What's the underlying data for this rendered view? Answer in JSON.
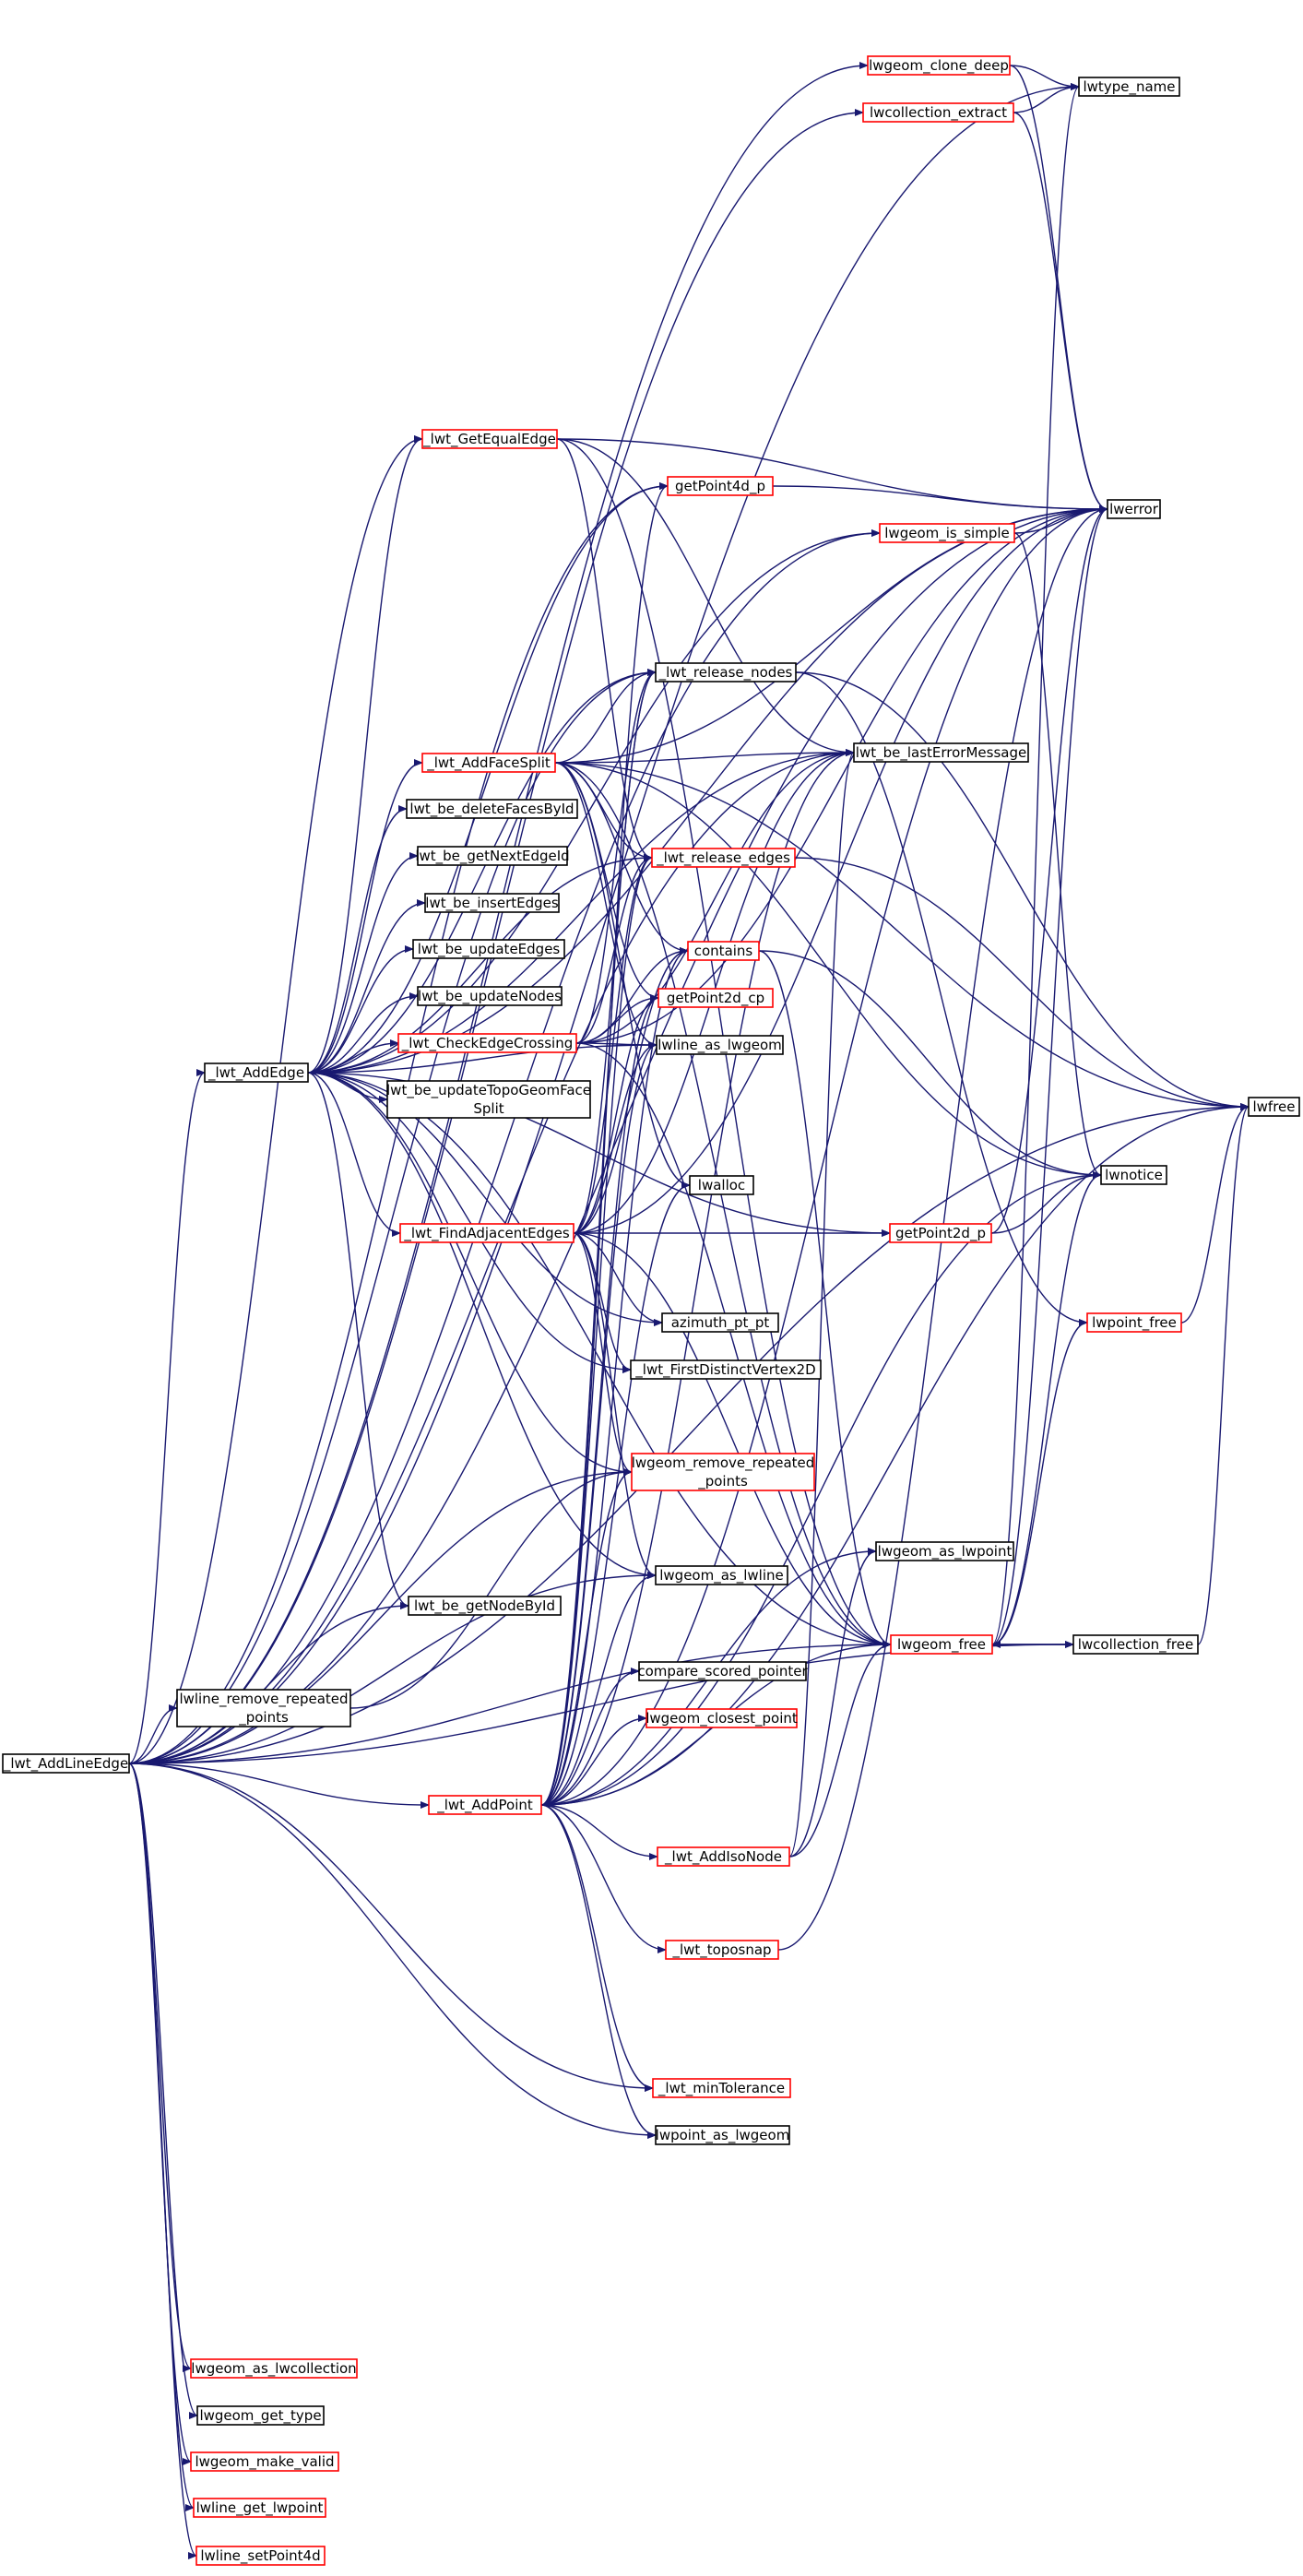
{
  "graph": {
    "colors": {
      "edge": "#191970",
      "border_defined": "#ff0000",
      "border_plain": "#000000",
      "fill_root": "#bfbfbf",
      "fill_default": "#ffffff"
    },
    "nodes": [
      {
        "id": "root",
        "lines": [
          "_lwt_AddLineEdge"
        ],
        "style": "root"
      },
      {
        "id": "addedge",
        "lines": [
          "_lwt_AddEdge"
        ],
        "style": "plain"
      },
      {
        "id": "lwline_remove",
        "lines": [
          "lwline_remove_repeated",
          "_points"
        ],
        "style": "plain"
      },
      {
        "id": "addpoint",
        "lines": [
          "_lwt_AddPoint"
        ],
        "style": "red"
      },
      {
        "id": "as_coll",
        "lines": [
          "lwgeom_as_lwcollection"
        ],
        "style": "red"
      },
      {
        "id": "get_type",
        "lines": [
          "lwgeom_get_type"
        ],
        "style": "plain"
      },
      {
        "id": "make_valid",
        "lines": [
          "lwgeom_make_valid"
        ],
        "style": "red"
      },
      {
        "id": "get_lwpoint",
        "lines": [
          "lwline_get_lwpoint"
        ],
        "style": "red"
      },
      {
        "id": "setpoint4d",
        "lines": [
          "lwline_setPoint4d"
        ],
        "style": "red"
      },
      {
        "id": "geteq",
        "lines": [
          "_lwt_GetEqualEdge"
        ],
        "style": "red"
      },
      {
        "id": "addface",
        "lines": [
          "_lwt_AddFaceSplit"
        ],
        "style": "red"
      },
      {
        "id": "delfaces",
        "lines": [
          "lwt_be_deleteFacesById"
        ],
        "style": "plain"
      },
      {
        "id": "nextedge",
        "lines": [
          "lwt_be_getNextEdgeId"
        ],
        "style": "plain"
      },
      {
        "id": "insedges",
        "lines": [
          "lwt_be_insertEdges"
        ],
        "style": "plain"
      },
      {
        "id": "updedges",
        "lines": [
          "lwt_be_updateEdges"
        ],
        "style": "plain"
      },
      {
        "id": "updnodes",
        "lines": [
          "lwt_be_updateNodes"
        ],
        "style": "plain"
      },
      {
        "id": "checkcross",
        "lines": [
          "_lwt_CheckEdgeCrossing"
        ],
        "style": "red"
      },
      {
        "id": "updtopo",
        "lines": [
          "lwt_be_updateTopoGeomFace",
          "Split"
        ],
        "style": "plain"
      },
      {
        "id": "findadj",
        "lines": [
          "_lwt_FindAdjacentEdges"
        ],
        "style": "red"
      },
      {
        "id": "getnode",
        "lines": [
          "lwt_be_getNodeById"
        ],
        "style": "plain"
      },
      {
        "id": "clone",
        "lines": [
          "lwgeom_clone_deep"
        ],
        "style": "red"
      },
      {
        "id": "collext",
        "lines": [
          "lwcollection_extract"
        ],
        "style": "red"
      },
      {
        "id": "getp4d",
        "lines": [
          "getPoint4d_p"
        ],
        "style": "red"
      },
      {
        "id": "issimple",
        "lines": [
          "lwgeom_is_simple"
        ],
        "style": "red"
      },
      {
        "id": "relnodes",
        "lines": [
          "_lwt_release_nodes"
        ],
        "style": "plain"
      },
      {
        "id": "lasterr",
        "lines": [
          "lwt_be_lastErrorMessage"
        ],
        "style": "plain"
      },
      {
        "id": "reledges",
        "lines": [
          "_lwt_release_edges"
        ],
        "style": "red"
      },
      {
        "id": "contains",
        "lines": [
          "contains"
        ],
        "style": "red"
      },
      {
        "id": "gp2dcp",
        "lines": [
          "getPoint2d_cp"
        ],
        "style": "red"
      },
      {
        "id": "line_as",
        "lines": [
          "lwline_as_lwgeom"
        ],
        "style": "plain"
      },
      {
        "id": "lwalloc",
        "lines": [
          "lwalloc"
        ],
        "style": "plain"
      },
      {
        "id": "gp2dp",
        "lines": [
          "getPoint2d_p"
        ],
        "style": "red"
      },
      {
        "id": "azimuth",
        "lines": [
          "azimuth_pt_pt"
        ],
        "style": "plain"
      },
      {
        "id": "firstdist",
        "lines": [
          "_lwt_FirstDistinctVertex2D"
        ],
        "style": "plain"
      },
      {
        "id": "removerep",
        "lines": [
          "lwgeom_remove_repeated",
          "_points"
        ],
        "style": "red"
      },
      {
        "id": "as_lwline",
        "lines": [
          "lwgeom_as_lwline"
        ],
        "style": "plain"
      },
      {
        "id": "as_lwpoint",
        "lines": [
          "lwgeom_as_lwpoint"
        ],
        "style": "plain"
      },
      {
        "id": "lwgfree",
        "lines": [
          "lwgeom_free"
        ],
        "style": "red"
      },
      {
        "id": "compare",
        "lines": [
          "compare_scored_pointer"
        ],
        "style": "plain"
      },
      {
        "id": "closest",
        "lines": [
          "lwgeom_closest_point"
        ],
        "style": "red"
      },
      {
        "id": "isonode",
        "lines": [
          "_lwt_AddIsoNode"
        ],
        "style": "red"
      },
      {
        "id": "toposnap",
        "lines": [
          "_lwt_toposnap"
        ],
        "style": "red"
      },
      {
        "id": "mintol",
        "lines": [
          "_lwt_minTolerance"
        ],
        "style": "red"
      },
      {
        "id": "pt_as",
        "lines": [
          "lwpoint_as_lwgeom"
        ],
        "style": "plain"
      },
      {
        "id": "typename",
        "lines": [
          "lwtype_name"
        ],
        "style": "plain"
      },
      {
        "id": "lwerror",
        "lines": [
          "lwerror"
        ],
        "style": "plain"
      },
      {
        "id": "lwfree",
        "lines": [
          "lwfree"
        ],
        "style": "plain"
      },
      {
        "id": "lwnotice",
        "lines": [
          "lwnotice"
        ],
        "style": "plain"
      },
      {
        "id": "ptfree",
        "lines": [
          "lwpoint_free"
        ],
        "style": "red"
      },
      {
        "id": "collfree",
        "lines": [
          "lwcollection_free"
        ],
        "style": "plain"
      }
    ],
    "edges": [
      [
        "root",
        "addedge"
      ],
      [
        "root",
        "lwline_remove"
      ],
      [
        "root",
        "addpoint"
      ],
      [
        "root",
        "as_coll"
      ],
      [
        "root",
        "get_type"
      ],
      [
        "root",
        "make_valid"
      ],
      [
        "root",
        "get_lwpoint"
      ],
      [
        "root",
        "setpoint4d"
      ],
      [
        "root",
        "clone"
      ],
      [
        "root",
        "collext"
      ],
      [
        "root",
        "typename"
      ],
      [
        "root",
        "geteq"
      ],
      [
        "root",
        "getp4d"
      ],
      [
        "root",
        "issimple"
      ],
      [
        "root",
        "relnodes"
      ],
      [
        "root",
        "lasterr"
      ],
      [
        "root",
        "getnode"
      ],
      [
        "root",
        "mintol"
      ],
      [
        "root",
        "pt_as"
      ],
      [
        "root",
        "lwgfree"
      ],
      [
        "root",
        "lwerror"
      ],
      [
        "root",
        "lwfree"
      ],
      [
        "root",
        "collfree"
      ],
      [
        "root",
        "as_lwline"
      ],
      [
        "root",
        "removerep"
      ],
      [
        "lwline_remove",
        "removerep"
      ],
      [
        "addedge",
        "geteq"
      ],
      [
        "addedge",
        "addface"
      ],
      [
        "addedge",
        "delfaces"
      ],
      [
        "addedge",
        "nextedge"
      ],
      [
        "addedge",
        "insedges"
      ],
      [
        "addedge",
        "updedges"
      ],
      [
        "addedge",
        "updnodes"
      ],
      [
        "addedge",
        "checkcross"
      ],
      [
        "addedge",
        "updtopo"
      ],
      [
        "addedge",
        "findadj"
      ],
      [
        "addedge",
        "getnode"
      ],
      [
        "addedge",
        "getp4d"
      ],
      [
        "addedge",
        "issimple"
      ],
      [
        "addedge",
        "relnodes"
      ],
      [
        "addedge",
        "lasterr"
      ],
      [
        "addedge",
        "reledges"
      ],
      [
        "addedge",
        "line_as"
      ],
      [
        "addedge",
        "azimuth"
      ],
      [
        "addedge",
        "firstdist"
      ],
      [
        "addedge",
        "gp2dp"
      ],
      [
        "addedge",
        "removerep"
      ],
      [
        "addedge",
        "as_lwline"
      ],
      [
        "addedge",
        "lwgfree"
      ],
      [
        "addedge",
        "lwerror"
      ],
      [
        "geteq",
        "lwerror"
      ],
      [
        "geteq",
        "lasterr"
      ],
      [
        "geteq",
        "reledges"
      ],
      [
        "geteq",
        "lwgfree"
      ],
      [
        "addface",
        "lwerror"
      ],
      [
        "addface",
        "relnodes"
      ],
      [
        "addface",
        "lasterr"
      ],
      [
        "addface",
        "reledges"
      ],
      [
        "addface",
        "contains"
      ],
      [
        "addface",
        "gp2dcp"
      ],
      [
        "addface",
        "line_as"
      ],
      [
        "addface",
        "lwalloc"
      ],
      [
        "addface",
        "lwfree"
      ],
      [
        "addface",
        "lwgfree"
      ],
      [
        "addface",
        "lwnotice"
      ],
      [
        "checkcross",
        "relnodes"
      ],
      [
        "checkcross",
        "lasterr"
      ],
      [
        "checkcross",
        "reledges"
      ],
      [
        "checkcross",
        "contains"
      ],
      [
        "checkcross",
        "gp2dcp"
      ],
      [
        "checkcross",
        "line_as"
      ],
      [
        "checkcross",
        "lwerror"
      ],
      [
        "checkcross",
        "lwgfree"
      ],
      [
        "findadj",
        "reledges"
      ],
      [
        "findadj",
        "contains"
      ],
      [
        "findadj",
        "gp2dcp"
      ],
      [
        "findadj",
        "line_as"
      ],
      [
        "findadj",
        "gp2dp"
      ],
      [
        "findadj",
        "azimuth"
      ],
      [
        "findadj",
        "firstdist"
      ],
      [
        "findadj",
        "removerep"
      ],
      [
        "findadj",
        "as_lwline"
      ],
      [
        "findadj",
        "lwgfree"
      ],
      [
        "findadj",
        "lwerror"
      ],
      [
        "findadj",
        "lasterr"
      ],
      [
        "findadj",
        "relnodes"
      ],
      [
        "addpoint",
        "getp4d"
      ],
      [
        "addpoint",
        "relnodes"
      ],
      [
        "addpoint",
        "lasterr"
      ],
      [
        "addpoint",
        "reledges"
      ],
      [
        "addpoint",
        "contains"
      ],
      [
        "addpoint",
        "gp2dcp"
      ],
      [
        "addpoint",
        "line_as"
      ],
      [
        "addpoint",
        "lwalloc"
      ],
      [
        "addpoint",
        "removerep"
      ],
      [
        "addpoint",
        "as_lwline"
      ],
      [
        "addpoint",
        "as_lwpoint"
      ],
      [
        "addpoint",
        "compare"
      ],
      [
        "addpoint",
        "closest"
      ],
      [
        "addpoint",
        "isonode"
      ],
      [
        "addpoint",
        "toposnap"
      ],
      [
        "addpoint",
        "mintol"
      ],
      [
        "addpoint",
        "pt_as"
      ],
      [
        "addpoint",
        "lwgfree"
      ],
      [
        "addpoint",
        "lwerror"
      ],
      [
        "addpoint",
        "lwfree"
      ],
      [
        "addpoint",
        "lwnotice"
      ],
      [
        "clone",
        "typename"
      ],
      [
        "clone",
        "lwerror"
      ],
      [
        "collext",
        "typename"
      ],
      [
        "collext",
        "lwerror"
      ],
      [
        "getp4d",
        "lwerror"
      ],
      [
        "issimple",
        "lwerror"
      ],
      [
        "issimple",
        "lwnotice"
      ],
      [
        "relnodes",
        "lwfree"
      ],
      [
        "relnodes",
        "ptfree"
      ],
      [
        "reledges",
        "lwfree"
      ],
      [
        "contains",
        "lwnotice"
      ],
      [
        "contains",
        "lwgfree"
      ],
      [
        "gp2dp",
        "lwerror"
      ],
      [
        "gp2dp",
        "lwnotice"
      ],
      [
        "lwgfree",
        "lwerror"
      ],
      [
        "lwgfree",
        "lwnotice"
      ],
      [
        "lwgfree",
        "ptfree"
      ],
      [
        "lwgfree",
        "collfree"
      ],
      [
        "lwgfree",
        "typename"
      ],
      [
        "collfree",
        "lwfree"
      ],
      [
        "collfree",
        "lwgfree"
      ],
      [
        "ptfree",
        "lwfree"
      ],
      [
        "isonode",
        "lasterr"
      ],
      [
        "isonode",
        "as_lwpoint"
      ],
      [
        "isonode",
        "lwgfree"
      ],
      [
        "toposnap",
        "lwerror"
      ]
    ]
  }
}
